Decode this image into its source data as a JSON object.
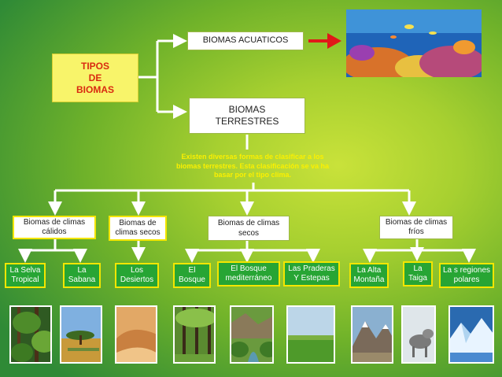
{
  "tipos_box": {
    "line1": "TIPOS",
    "line2": "DE",
    "line3": "BIOMAS"
  },
  "acuaticos": {
    "label": "BIOMAS ACUATICOS"
  },
  "terrestres": {
    "line1": "BIOMAS",
    "line2": "TERRESTRES"
  },
  "description": {
    "line1": "Existen diversas formas  de clasificar a los",
    "line2": "biomas terrestres. Esta clasificación se va ha",
    "line3": "basar por el tipo clima."
  },
  "categories": [
    {
      "line1": "Biomas de climas",
      "line2": "cálidos"
    },
    {
      "line1": "Biomas de",
      "line2": "climas  secos"
    },
    {
      "line1": "Biomas de climas",
      "line2": "secos"
    },
    {
      "line1": "Biomas de climas",
      "line2": "fríos"
    }
  ],
  "biomes": [
    {
      "line1": "La Selva",
      "line2": "Tropical"
    },
    {
      "line1": "La",
      "line2": "Sabana"
    },
    {
      "line1": "Los",
      "line2": "Desiertos"
    },
    {
      "line1": "El",
      "line2": "Bosque"
    },
    {
      "line1": "El Bosque",
      "line2": "mediterráneo"
    },
    {
      "line1": "Las Praderas",
      "line2": "Y Estepas"
    },
    {
      "line1": "La Alta",
      "line2": "Montaña"
    },
    {
      "line1": "La",
      "line2": "Taiga"
    },
    {
      "line1": "La s regiones",
      "line2": "polares"
    }
  ],
  "photos": [
    {
      "name": "coral reef",
      "icon": "coral-reef-icon"
    },
    {
      "name": "rainforest",
      "icon": "rainforest-icon"
    },
    {
      "name": "savanna",
      "icon": "savanna-icon"
    },
    {
      "name": "desert",
      "icon": "desert-icon"
    },
    {
      "name": "forest",
      "icon": "forest-icon"
    },
    {
      "name": "mediterranean forest",
      "icon": "mediterranean-icon"
    },
    {
      "name": "grassland",
      "icon": "grassland-icon"
    },
    {
      "name": "mountain",
      "icon": "mountain-icon"
    },
    {
      "name": "taiga wolf",
      "icon": "taiga-icon"
    },
    {
      "name": "polar ice",
      "icon": "polar-icon"
    }
  ],
  "colors": {
    "connector": "#ffffff",
    "arrow_red": "#e01818",
    "highlight_yellow": "#f4e600",
    "text_yellow": "#fbf000",
    "biome_green": "#27a534",
    "tipos_fill": "#f8f46a",
    "tipos_text": "#d92a10"
  }
}
